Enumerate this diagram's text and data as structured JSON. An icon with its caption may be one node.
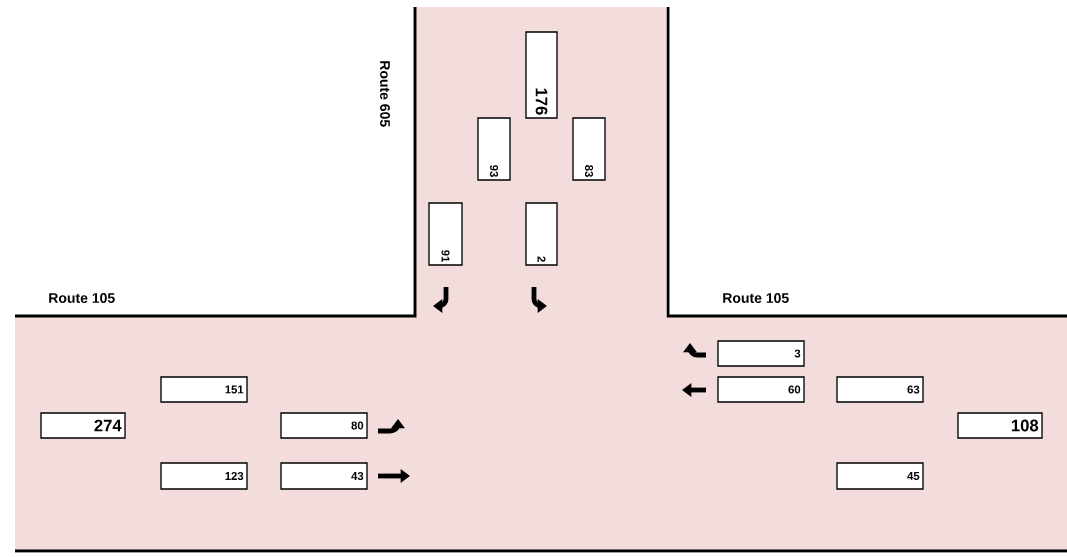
{
  "diagram": {
    "nodes": [
      {
        "text": [
          "176"
        ]
      },
      {
        "text": [
          "93"
        ]
      },
      {
        "text": [
          "83"
        ]
      },
      {
        "text": [
          "91"
        ]
      },
      {
        "text": [
          "2"
        ]
      },
      {
        "text": [
          "3"
        ]
      },
      {
        "text": [
          "151"
        ]
      },
      {
        "text": [
          "60"
        ]
      },
      {
        "text": [
          "63"
        ]
      },
      {
        "text": [
          "274"
        ]
      },
      {
        "text": [
          "80"
        ]
      },
      {
        "text": [
          "108"
        ]
      },
      {
        "text": [
          "123"
        ]
      },
      {
        "text": [
          "43"
        ]
      },
      {
        "text": [
          "45"
        ]
      }
    ],
    "labels": [
      "Route 605",
      "Route 105",
      "Route 105"
    ]
  }
}
